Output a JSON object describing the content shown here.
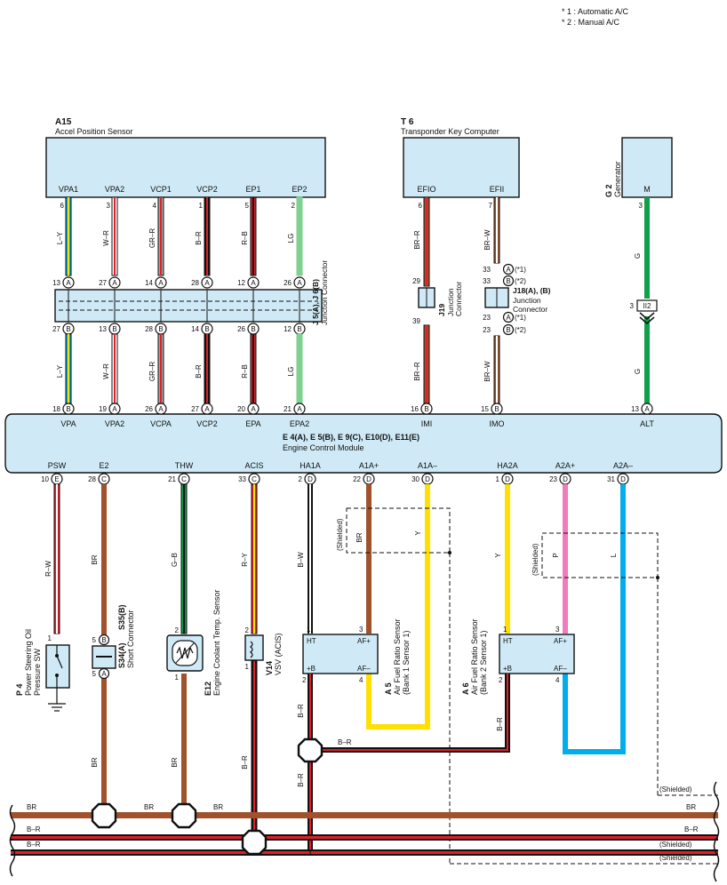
{
  "notes": [
    "* 1 : Automatic A/C",
    "* 2 : Manual A/C"
  ],
  "a15": {
    "code": "A15",
    "name": "Accel Position Sensor",
    "pins": [
      "VPA1",
      "VPA2",
      "VCP1",
      "VCP2",
      "EP1",
      "EP2"
    ],
    "pin_nums": [
      "6",
      "3",
      "4",
      "1",
      "5",
      "2"
    ]
  },
  "t6": {
    "code": "T 6",
    "name": "Transponder Key Computer",
    "pins": [
      "EFIO",
      "EFII"
    ],
    "pin_nums": [
      "6",
      "7"
    ]
  },
  "g2": {
    "code": "G 2",
    "name": "Generator",
    "pin": "M",
    "pin_num": "3"
  },
  "j56": {
    "code": "J 5(A), J 6(B)",
    "name": "Junction Connector",
    "top_nums": [
      "13",
      "27",
      "14",
      "28",
      "12",
      "26"
    ],
    "top_letters": [
      "A",
      "A",
      "A",
      "A",
      "A",
      "A"
    ],
    "bot_nums": [
      "27",
      "13",
      "28",
      "14",
      "26",
      "12"
    ],
    "bot_letters": [
      "B",
      "B",
      "B",
      "B",
      "B",
      "B"
    ]
  },
  "j19": {
    "code": "J19",
    "name_l1": "Junction",
    "name_l2": "Connector",
    "top_num": "29",
    "bot_num": "39"
  },
  "j18": {
    "code": "J18(A), (B)",
    "name_l1": "Junction",
    "name_l2": "Connector",
    "t1": "33",
    "t2": "33",
    "b1": "23",
    "b2": "23",
    "m1": "(*1)",
    "m2": "(*2)"
  },
  "ii2": {
    "num": "3",
    "label": "II2"
  },
  "wires_top": [
    "L–Y",
    "W–R",
    "GR–R",
    "B–R",
    "R–B",
    "LG"
  ],
  "wires_bot": [
    "L–Y",
    "W–R",
    "GR–R",
    "B–R",
    "R–B",
    "LG"
  ],
  "t6_wires": [
    "BR–R",
    "BR–W"
  ],
  "g2_wire": "G",
  "ecm": {
    "codes": "E 4(A), E 5(B), E 9(C), E10(D), E11(E)",
    "name": "Engine Control Module",
    "top_pins": [
      "VPA",
      "VPA2",
      "VCPA",
      "VCP2",
      "EPA",
      "EPA2",
      "IMI",
      "IMO",
      "ALT"
    ],
    "top_nums": [
      "18",
      "19",
      "26",
      "27",
      "20",
      "21",
      "16",
      "15",
      "13"
    ],
    "top_letters": [
      "B",
      "A",
      "A",
      "A",
      "A",
      "A",
      "B",
      "B",
      "A"
    ],
    "bot_pins": [
      "PSW",
      "E2",
      "THW",
      "ACIS",
      "HA1A",
      "A1A+",
      "A1A–",
      "HA2A",
      "A2A+",
      "A2A–"
    ],
    "bot_nums": [
      "10",
      "28",
      "21",
      "33",
      "2",
      "22",
      "30",
      "1",
      "23",
      "31"
    ],
    "bot_letters": [
      "E",
      "C",
      "C",
      "C",
      "D",
      "D",
      "D",
      "D",
      "D",
      "D"
    ]
  },
  "lower_wires": [
    "R–W",
    "BR",
    "G–B",
    "R–Y",
    "B–W",
    "BR",
    "Y",
    "Y",
    "P",
    "L"
  ],
  "shielded": "(Shielded)",
  "p4": {
    "code": "P 4",
    "l1": "Power Steering Oil",
    "l2": "Pressure SW",
    "pin": "1"
  },
  "s34": {
    "code": "S34(A)",
    "code2": "S35(B)",
    "name": "Short Connector",
    "p1": "5",
    "l1": "B",
    "p2": "5",
    "l2": "A"
  },
  "e12": {
    "code": "E12",
    "name": "Engine Coolant Temp. Sensor",
    "p1": "2",
    "p2": "1"
  },
  "v14": {
    "code": "V14",
    "name": "VSV (ACIS)",
    "p1": "2",
    "p2": "1"
  },
  "a5": {
    "code": "A 5",
    "l1": "Air Fuel Ratio Sensor",
    "l2": "(Bank 1 Sensor 1)",
    "pins": [
      "HT",
      "AF+",
      "+B",
      "AF–"
    ],
    "nums": [
      "1",
      "3",
      "2",
      "4"
    ]
  },
  "a6": {
    "code": "A 6",
    "l1": "Air Fuel Ratio Sensor",
    "l2": "(Bank 2 Sensor 1)",
    "pins": [
      "HT",
      "AF+",
      "+B",
      "AF–"
    ],
    "nums": [
      "1",
      "3",
      "2",
      "4"
    ]
  },
  "bottom_wires": [
    "BR",
    "BR",
    "BR",
    "B–R",
    "B–R",
    "B–R",
    "B–R",
    "B–R",
    "B–R",
    "B–R"
  ],
  "bus_labels": [
    "BR",
    "B–R",
    "B–R",
    "BR",
    "B–R",
    "(Shielded)",
    "(Shielded)"
  ]
}
